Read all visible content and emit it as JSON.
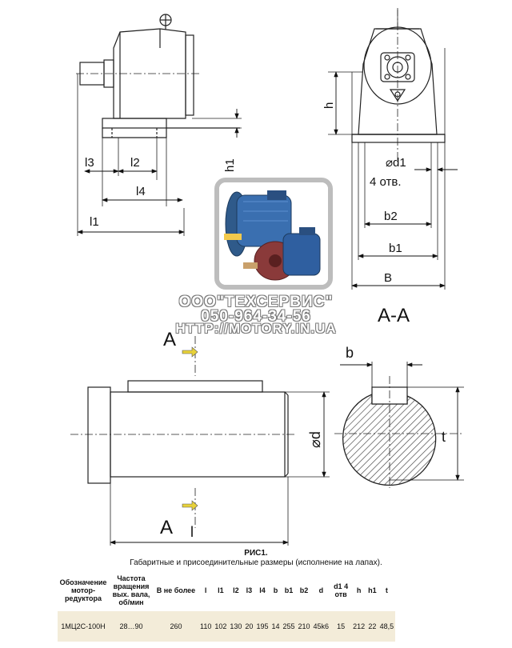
{
  "drawing": {
    "labels": {
      "l3": "l3",
      "l2": "l2",
      "l4": "l4",
      "l1": "l1",
      "h1": "h1",
      "h": "h",
      "d1": "⌀d1",
      "holes": "4 отв.",
      "b2": "b2",
      "b1": "b1",
      "B": "B",
      "section_AA": "A-A",
      "A_top": "A",
      "A_bottom": "A",
      "l": "l",
      "d": "⌀d",
      "b": "b",
      "t": "t"
    }
  },
  "watermark": {
    "company": "ООО\"ТЕХСЕРВИС\"",
    "phone": "050-964-34-56",
    "url": "HTTP://MOTORY.IN.UA"
  },
  "figure": {
    "number": "РИС1.",
    "caption": "Габаритные и присоединительные размеры (исполнение на лапах)."
  },
  "table": {
    "headers": [
      "Обозначение мотор-редуктора",
      "Частота вращения вых. вала, об/мин",
      "B не более",
      "l",
      "l1",
      "l2",
      "l3",
      "l4",
      "b",
      "b1",
      "b2",
      "d",
      "d1 4 отв",
      "h",
      "h1",
      "t"
    ],
    "rows": [
      [
        "1МЦ2С-100Н",
        "28…90",
        "260",
        "110",
        "102",
        "130",
        "20",
        "195",
        "14",
        "255",
        "210",
        "45k6",
        "15",
        "212",
        "22",
        "48,5"
      ]
    ]
  }
}
